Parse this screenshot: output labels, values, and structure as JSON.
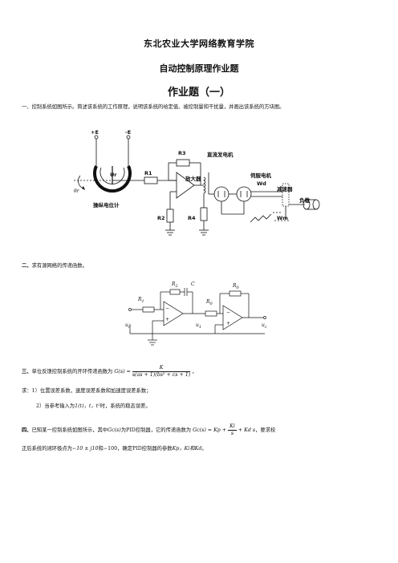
{
  "header": {
    "school": "东北农业大学网络教育学院",
    "course": "自动控制原理作业题",
    "homework": "作业题（一）"
  },
  "q1": {
    "number": "一、",
    "text": "控制系统如图所示。简述该系统的工作原理，说明该系统的给定值、被控制量和干扰量，并画出该系统的方块图。",
    "fig": {
      "plus_e": "+E",
      "minus_e": "-E",
      "ur": "Ur",
      "theta_r": "θr",
      "potentiometer": "操纵电位计",
      "r1": "R1",
      "r2": "R2",
      "r3": "R3",
      "r4": "R4",
      "amplifier": "放大器",
      "dc_generator": "直流发电机",
      "servo_motor": "伺服电机",
      "wd": "Wd",
      "reducer": "减速器",
      "load": "负载",
      "wm": "Wm"
    }
  },
  "q2": {
    "number": "二、",
    "text": "求有源网络的传递函数。",
    "fig": {
      "r1": "R",
      "r1_sub": "1",
      "r2": "R",
      "r2_sub": "2",
      "c": "C",
      "r0a": "R",
      "r0a_sub": "0",
      "r0b": "R",
      "r0b_sub": "0",
      "ur": "u",
      "ur_sub": "r",
      "u1": "u",
      "u1_sub": "1",
      "uc": "u",
      "uc_sub": "c",
      "plus1": "+",
      "minus1": "−",
      "plus2": "+",
      "minus2": "−"
    }
  },
  "q3": {
    "number": "三、",
    "text_before": "单位反馈控制系统的开环传递函数为",
    "gs": "G(s) =",
    "num": "K",
    "den": "s(as + 1)(bs² + cs + 1)",
    "text_after": "，",
    "req_label": "求：",
    "req1": "1）位置误差系数，速度误差系数和加速度误差系数；",
    "req2_before": "2）当参考输入为",
    "req2_inputs": "1(t)，t，t²",
    "req2_after": "时，系统的稳态误差。"
  },
  "q4": {
    "number": "四、",
    "text1": "已知某一控制系统如图所示，其中",
    "gc": "Gc(s)",
    "text2": "为PID控制器，它的传递函数为",
    "formula_left": "Gc(s) = Kp +",
    "formula_num": "Ki",
    "formula_den": "s",
    "formula_right": "+ Kd s",
    "text3": "，要求校",
    "line2_a": "正后系统的闭环极点为",
    "poles": "−10 ± j10",
    "line2_b": "和−100，确定PID控制器的参数",
    "params": "Kp，Ki和Kd",
    "line2_c": "。"
  }
}
